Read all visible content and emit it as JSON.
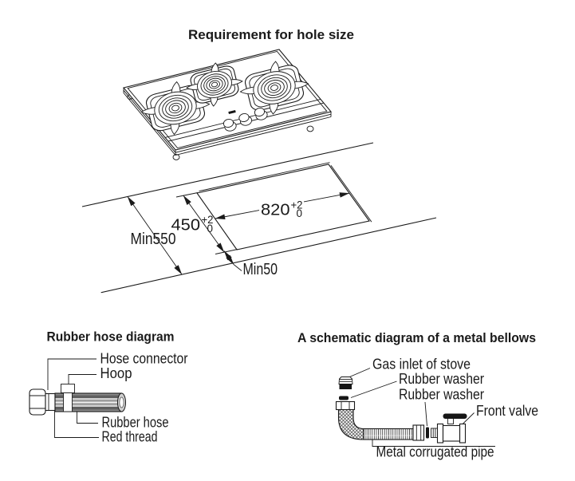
{
  "colors": {
    "ink": "#1a1a1a",
    "paper": "#ffffff",
    "hose_dark": "#5e5e5e",
    "hose_light": "#cfcfcf"
  },
  "hole_size": {
    "title": "Requirement for hole size",
    "dim_width": {
      "value": "820",
      "tol_up": "+2",
      "tol_down": "0"
    },
    "dim_depth": {
      "value": "450",
      "tol_up": "+2",
      "tol_down": "0"
    },
    "dim_counter_min_depth": "Min550",
    "dim_front_min": "Min50"
  },
  "rubber_hose": {
    "title": "Rubber hose diagram",
    "labels": {
      "hose_connector": "Hose connector",
      "hoop": "Hoop",
      "rubber_hose": "Rubber hose",
      "red_thread": "Red thread"
    }
  },
  "metal_bellows": {
    "title": "A schematic diagram of a metal bellows",
    "labels": {
      "gas_inlet": "Gas inlet of stove",
      "rubber_washer_1": "Rubber washer",
      "rubber_washer_2": "Rubber washer",
      "front_valve": "Front valve",
      "metal_pipe": "Metal corrugated pipe"
    }
  }
}
